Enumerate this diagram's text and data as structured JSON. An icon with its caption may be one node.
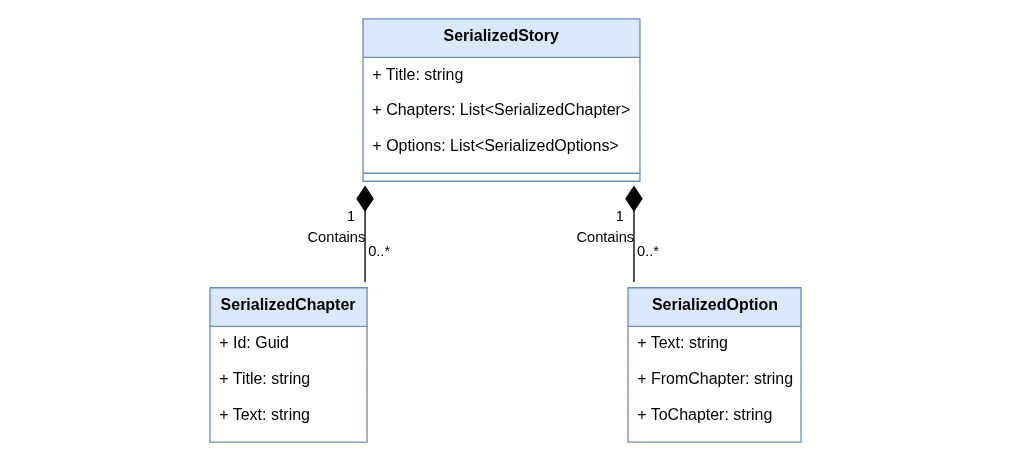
{
  "diagram": {
    "nodes": [
      {
        "text": [
          "SerializedStory",
          "+ Title: string",
          "+ Chapters: List<SerializedChapter>",
          "+ Options: List<SerializedOptions>"
        ]
      },
      {
        "text": [
          "SerializedChapter",
          "+ Id: Guid",
          "+ Title: string",
          "+ Text: string"
        ]
      },
      {
        "text": [
          "SerializedOption",
          "+ Text: string",
          "+ FromChapter: string",
          "+ ToChapter: string"
        ]
      }
    ],
    "edges": [
      {
        "from": 0,
        "to": 1,
        "arrow": "other",
        "label": "Contains"
      },
      {
        "from": 0,
        "to": 2,
        "arrow": "other",
        "label": "Contains"
      }
    ],
    "labels": [
      "1",
      "1",
      "0..*",
      "0..*"
    ]
  }
}
